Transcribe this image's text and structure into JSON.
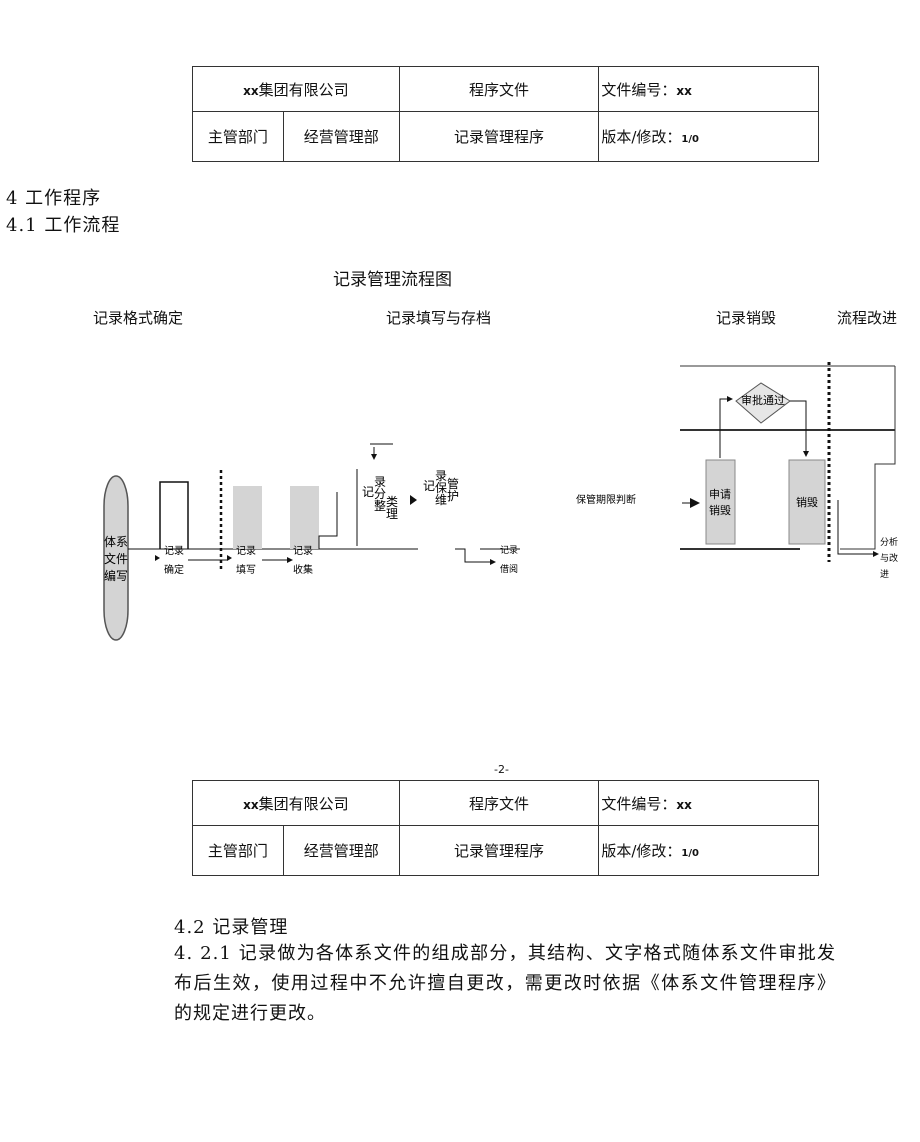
{
  "header": {
    "company_prefix": "xx",
    "company": "集团有限公司",
    "doc_type": "程序文件",
    "doc_no_label": "文件编号：",
    "doc_no_value": "xx",
    "dept_label": "主管部门",
    "dept_value": "经营管理部",
    "procedure_name": "记录管理程序",
    "version_label": "版本/修改：",
    "version_value": "1/0"
  },
  "sections": {
    "s4": "4 工作程序",
    "s41": "4.1 工作流程",
    "s42": "4.2 记录管理",
    "p421": "4. 2.1 记录做为各体系文件的组成部分，其结构、文字格式随体系文件审批发布后生效，使用过程中不允许擅自更改，需更改时依据《体系文件管理程序》的规定进行更改。"
  },
  "diagram": {
    "title": "记录管理流程图",
    "lanes": [
      "记录格式确定",
      "记录填写与存档",
      "记录销毁",
      "流程改进"
    ],
    "start_label": "体系文件编写",
    "labels": {
      "record_confirm_1": "记录",
      "record_confirm_2": "确定",
      "record_fill_1": "记录",
      "record_fill_2": "填写",
      "record_collect_1": "记录",
      "record_collect_2": "收集",
      "classify_col1": "记",
      "classify_col2": "录分整",
      "classify_col3": "类理",
      "maint_col1": "记",
      "maint_col2": "录保维",
      "maint_col3": "管护",
      "borrow_1": "记录",
      "borrow_2": "借阅",
      "retention_check": "保管期限判断",
      "approval": "审批通过",
      "apply_destroy": "申请销毁",
      "destroy": "销毁",
      "analysis": "分析与改进"
    }
  },
  "page_number": "-2-"
}
